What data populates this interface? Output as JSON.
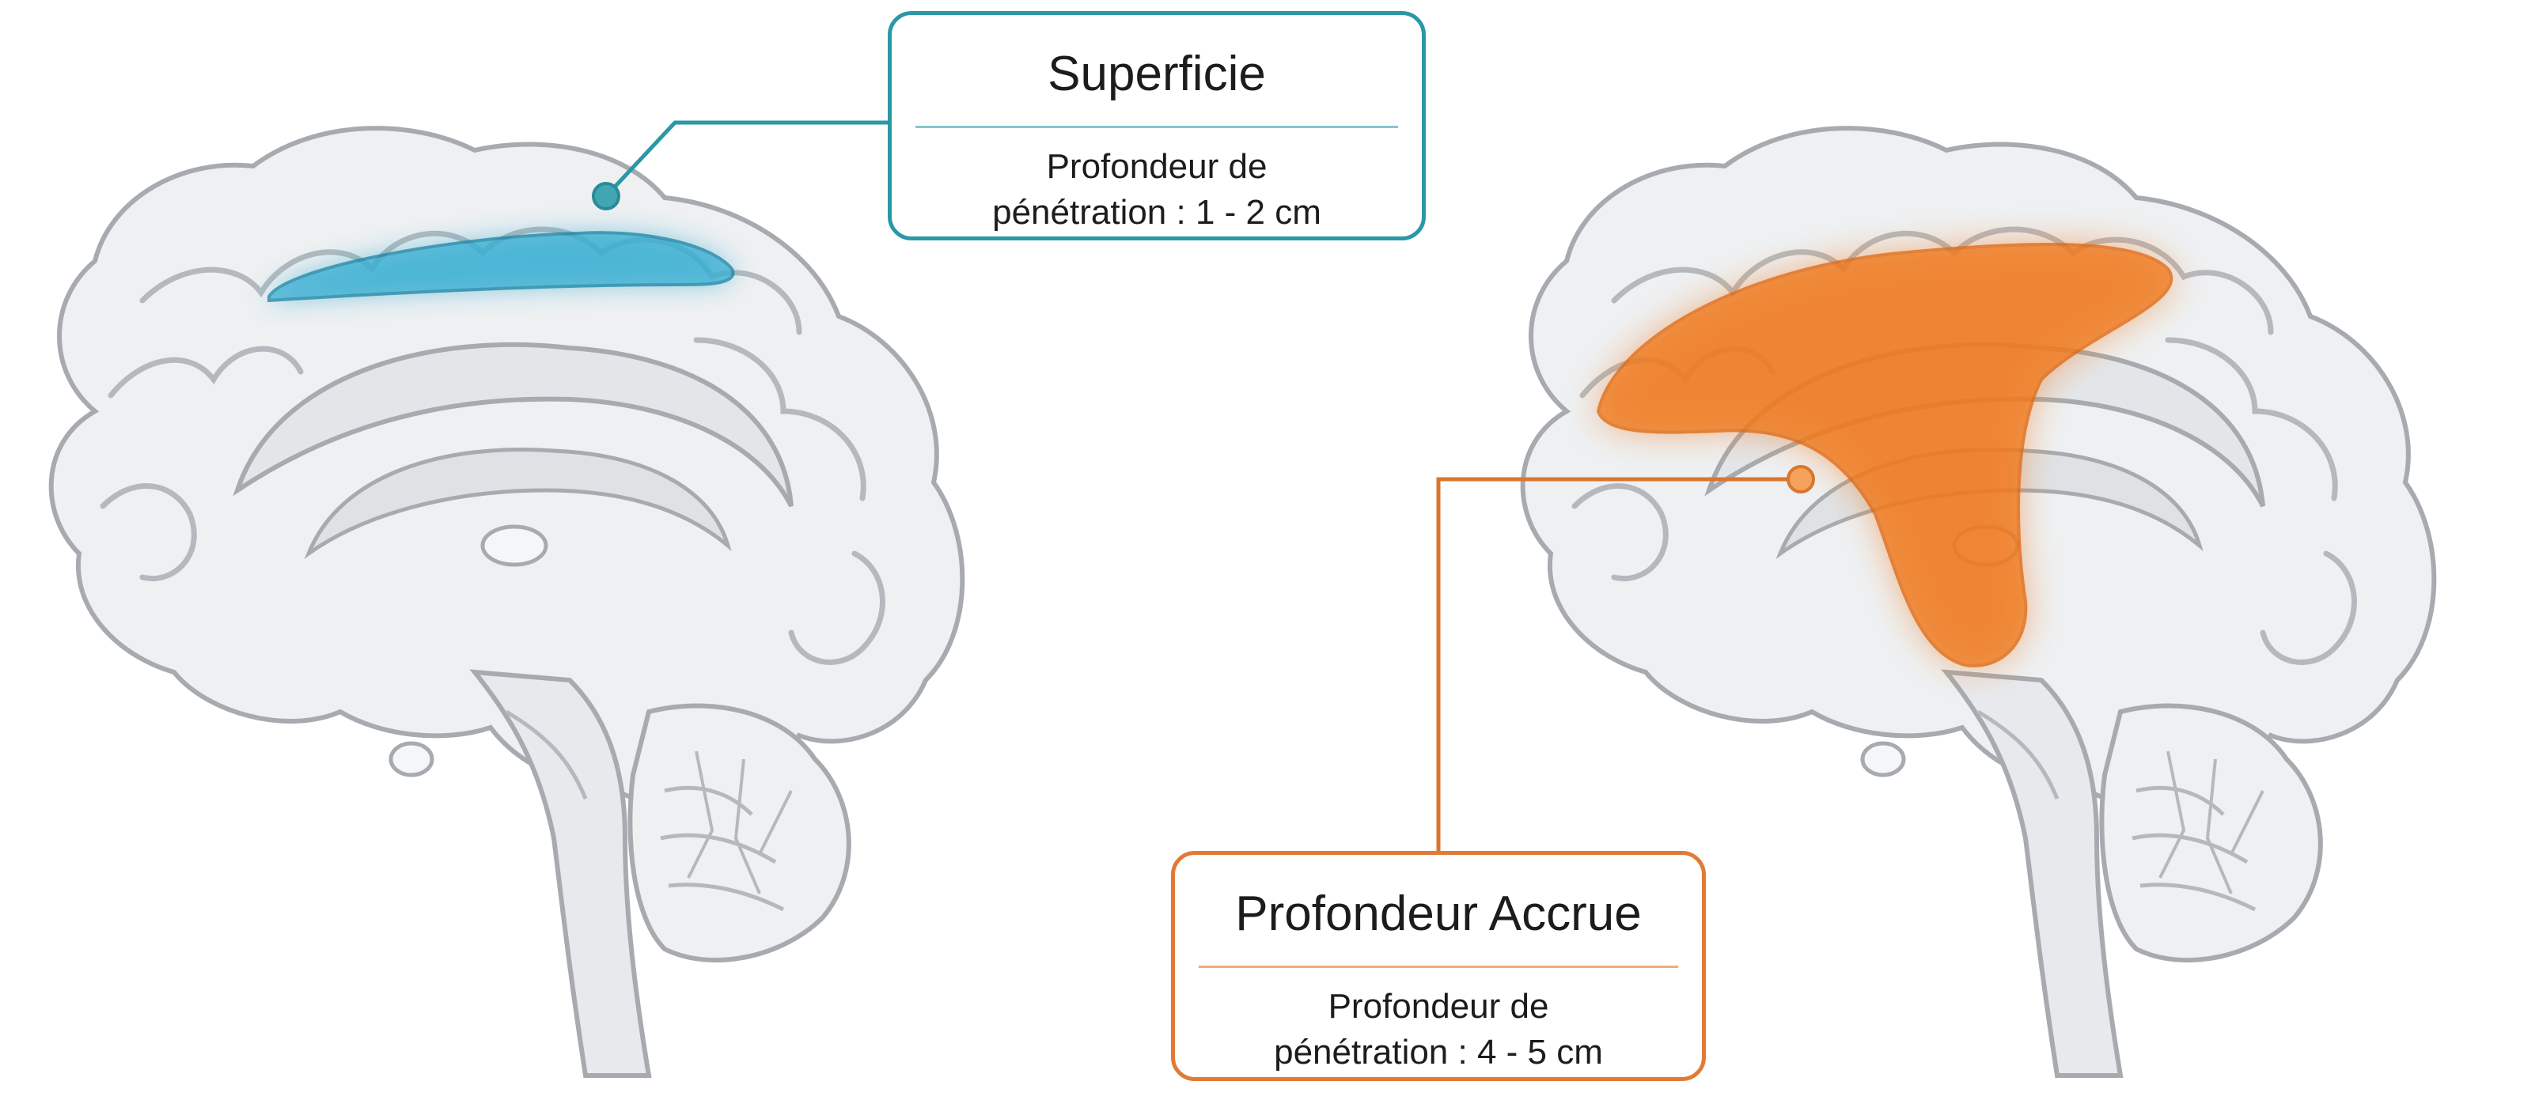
{
  "colors": {
    "superficial_zone": "#29a9cf",
    "superficial_line": "#2a98a6",
    "deep_zone": "#f07a1e",
    "deep_line": "#d9762e",
    "brain_fill": "#eef0f2",
    "brain_outline": "#a7abb0"
  },
  "callouts": {
    "superficial": {
      "title": "Superficie",
      "detail_line1": "Profondeur de",
      "detail_line2": "pénétration : 1 - 2 cm"
    },
    "deep": {
      "title": "Profondeur Accrue",
      "detail_line1": "Profondeur de",
      "detail_line2": "pénétration : 4 - 5 cm"
    }
  }
}
